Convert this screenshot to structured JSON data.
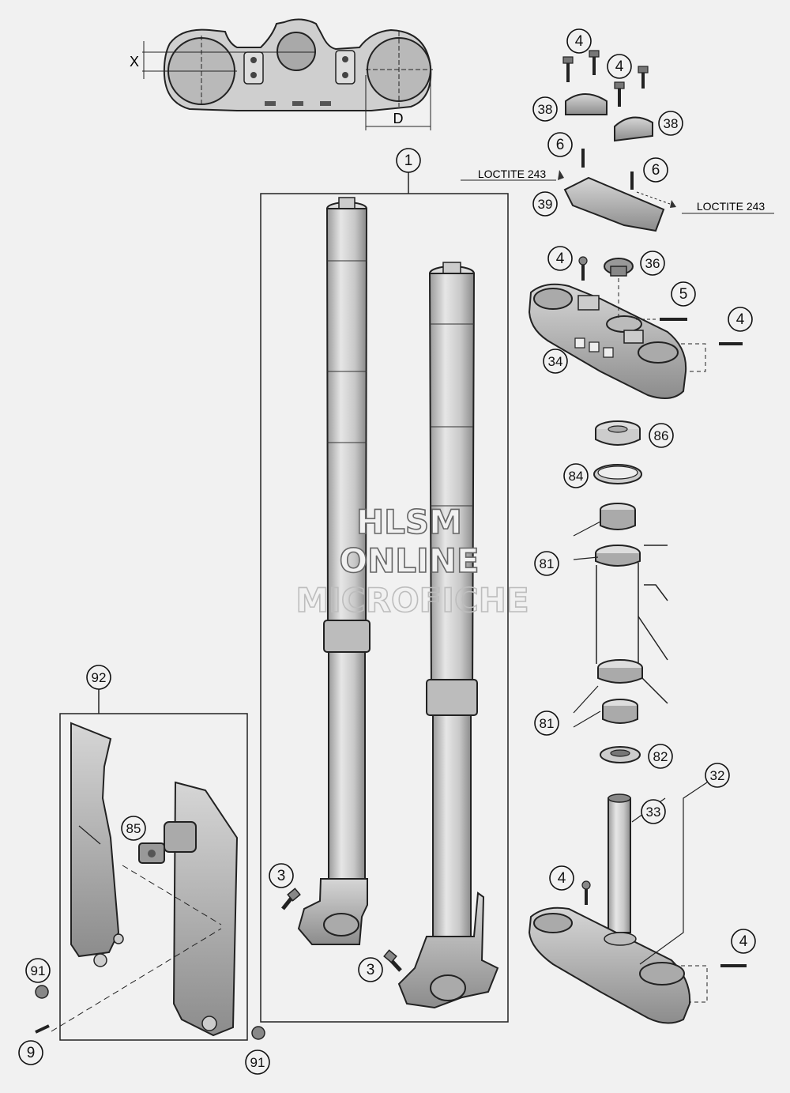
{
  "dimension_labels": {
    "x": "X",
    "d": "D"
  },
  "loctite_labels": [
    "LOCTITE 243",
    "LOCTITE 243"
  ],
  "watermark": [
    "HLSM",
    "ONLINE",
    "MICROFICHE"
  ],
  "callouts": [
    {
      "id": "c-1",
      "label": "1"
    },
    {
      "id": "c-4a",
      "label": "4"
    },
    {
      "id": "c-4b",
      "label": "4"
    },
    {
      "id": "c-38a",
      "label": "38"
    },
    {
      "id": "c-38b",
      "label": "38"
    },
    {
      "id": "c-6a",
      "label": "6"
    },
    {
      "id": "c-6b",
      "label": "6"
    },
    {
      "id": "c-39",
      "label": "39"
    },
    {
      "id": "c-4c",
      "label": "4"
    },
    {
      "id": "c-36",
      "label": "36"
    },
    {
      "id": "c-5",
      "label": "5"
    },
    {
      "id": "c-4d",
      "label": "4"
    },
    {
      "id": "c-34",
      "label": "34"
    },
    {
      "id": "c-86",
      "label": "86"
    },
    {
      "id": "c-84",
      "label": "84"
    },
    {
      "id": "c-81a",
      "label": "81"
    },
    {
      "id": "c-81b",
      "label": "81"
    },
    {
      "id": "c-82",
      "label": "82"
    },
    {
      "id": "c-32",
      "label": "32"
    },
    {
      "id": "c-33",
      "label": "33"
    },
    {
      "id": "c-4e",
      "label": "4"
    },
    {
      "id": "c-4f",
      "label": "4"
    },
    {
      "id": "c-92",
      "label": "92"
    },
    {
      "id": "c-85",
      "label": "85"
    },
    {
      "id": "c-3a",
      "label": "3"
    },
    {
      "id": "c-3b",
      "label": "3"
    },
    {
      "id": "c-91a",
      "label": "91"
    },
    {
      "id": "c-9",
      "label": "9"
    },
    {
      "id": "c-91b",
      "label": "91"
    }
  ]
}
